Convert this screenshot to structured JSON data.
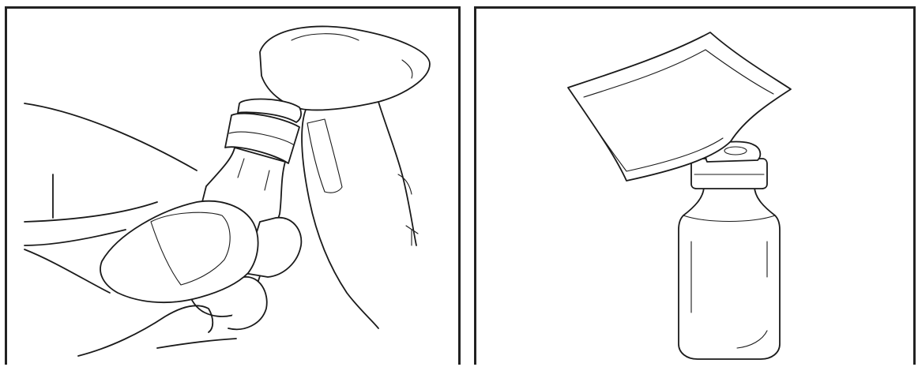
{
  "colors": {
    "ink": "#1a1a1a",
    "frame": "#222222",
    "background": "#ffffff"
  },
  "panels": [
    {
      "id": "left",
      "depicts": "hand-flipping-off-vial-cap"
    },
    {
      "id": "right",
      "depicts": "wiping-vial-stopper-with-alcohol-swab"
    }
  ]
}
